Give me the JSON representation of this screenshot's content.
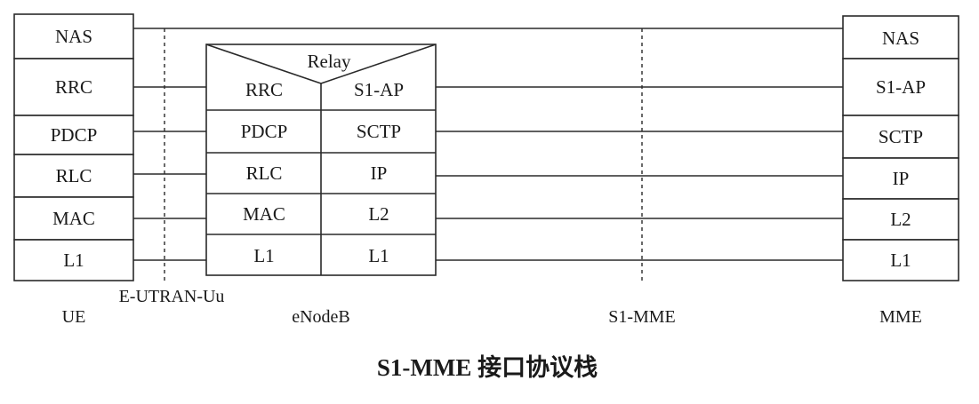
{
  "ue": {
    "name": "UE",
    "layers": [
      "NAS",
      "RRC",
      "PDCP",
      "RLC",
      "MAC",
      "L1"
    ]
  },
  "enodeb": {
    "name": "eNodeB",
    "relay": "Relay",
    "left_layers": [
      "RRC",
      "PDCP",
      "RLC",
      "MAC",
      "L1"
    ],
    "right_layers": [
      "S1-AP",
      "SCTP",
      "IP",
      "L2",
      "L1"
    ]
  },
  "mme": {
    "name": "MME",
    "layers": [
      "NAS",
      "S1-AP",
      "SCTP",
      "IP",
      "L2",
      "L1"
    ]
  },
  "interfaces": {
    "uu": "E-UTRAN-Uu",
    "s1": "S1-MME"
  },
  "caption": "S1-MME 接口协议栈"
}
